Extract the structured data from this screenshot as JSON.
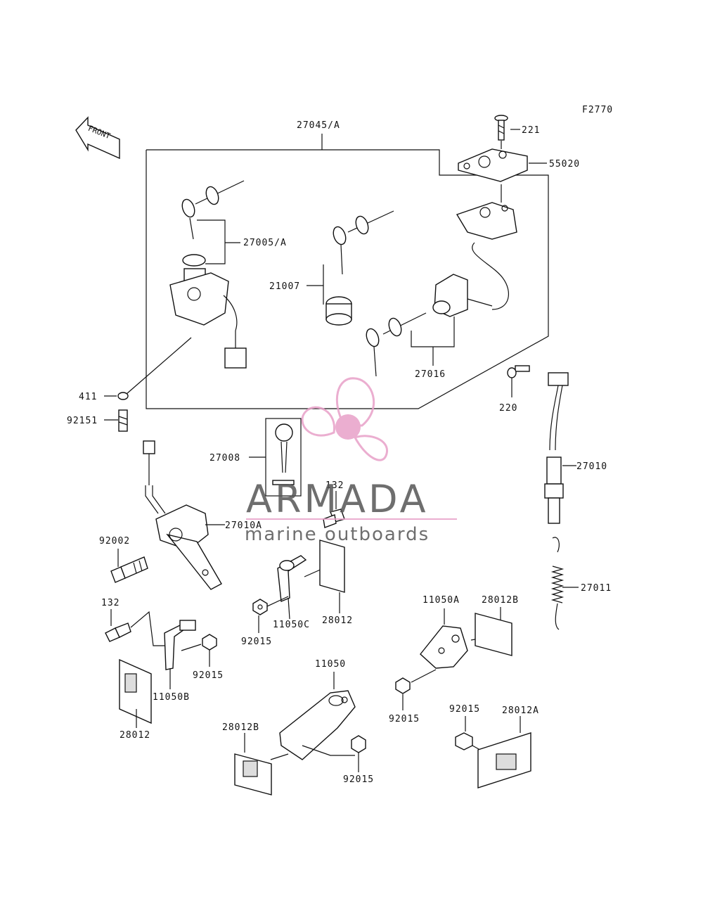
{
  "figure_code": "F2770",
  "front_arrow_label": "FRONT",
  "parts": {
    "p27045": "27045/A",
    "p221": "221",
    "p55020": "55020",
    "p27005": "27005/A",
    "p21007": "21007",
    "p27016": "27016",
    "p411": "411",
    "p92151": "92151",
    "p220": "220",
    "p27008": "27008",
    "p132a": "132",
    "p27010A": "27010A",
    "p27010": "27010",
    "p92002": "92002",
    "p27011": "27011",
    "p132b": "132",
    "p11050C": "11050C",
    "p28012a": "28012",
    "p92015a": "92015",
    "p11050A": "11050A",
    "p28012B_a": "28012B",
    "p92015b": "92015",
    "p11050B": "11050B",
    "p28012b": "28012",
    "p11050": "11050",
    "p92015c": "92015",
    "p92015d": "92015",
    "p28012A": "28012A",
    "p28012B_b": "28012B",
    "p92015e": "92015"
  },
  "watermark": {
    "brand": "ARMADA",
    "tagline": "marine outboards",
    "accent_color": "#e8a0c8"
  }
}
